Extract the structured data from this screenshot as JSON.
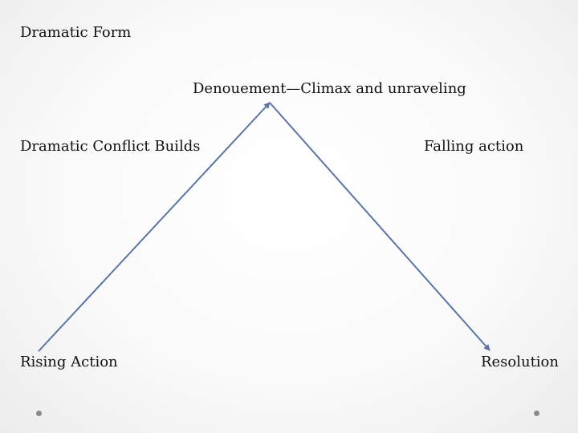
{
  "title": "Dramatic Form",
  "labels": {
    "climax": "Denouement—Climax and unraveling",
    "conflict": "Dramatic Conflict  Builds",
    "falling": "Falling action",
    "rising": "Rising Action",
    "resolution": "Resolution"
  },
  "colors": {
    "line": "#5b74a4"
  }
}
